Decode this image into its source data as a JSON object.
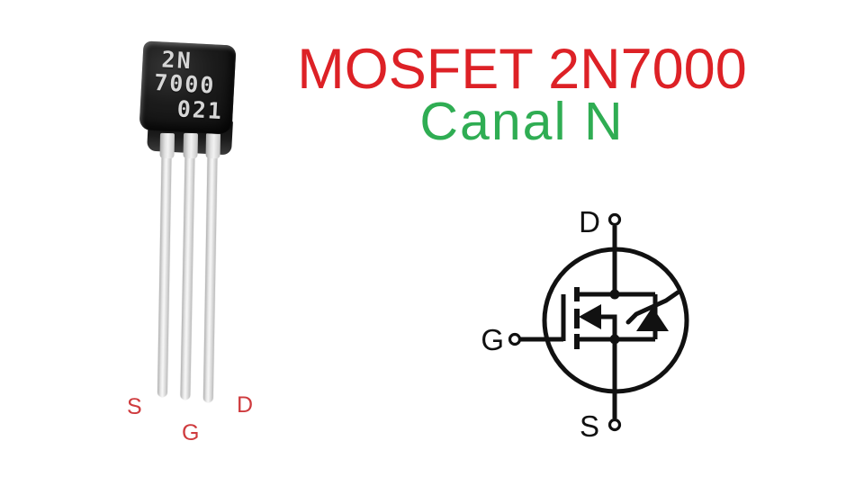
{
  "title": {
    "main": "MOSFET 2N7000",
    "main_color": "#dd2126",
    "sub": "Canal N",
    "sub_color": "#2fad53"
  },
  "photo": {
    "package": "TO-92",
    "markings": [
      "2N",
      "7000",
      "021"
    ],
    "body_color": "#141414",
    "lead_color": "#e3e3e3",
    "marking_color": "#d6d6d6",
    "pin_label_color": "#cf3b3e",
    "pin_labels": {
      "left": "S",
      "middle": "G",
      "right": "D"
    }
  },
  "symbol": {
    "line_color": "#111111",
    "terminals": {
      "top": "D",
      "left": "G",
      "bottom": "S"
    }
  }
}
